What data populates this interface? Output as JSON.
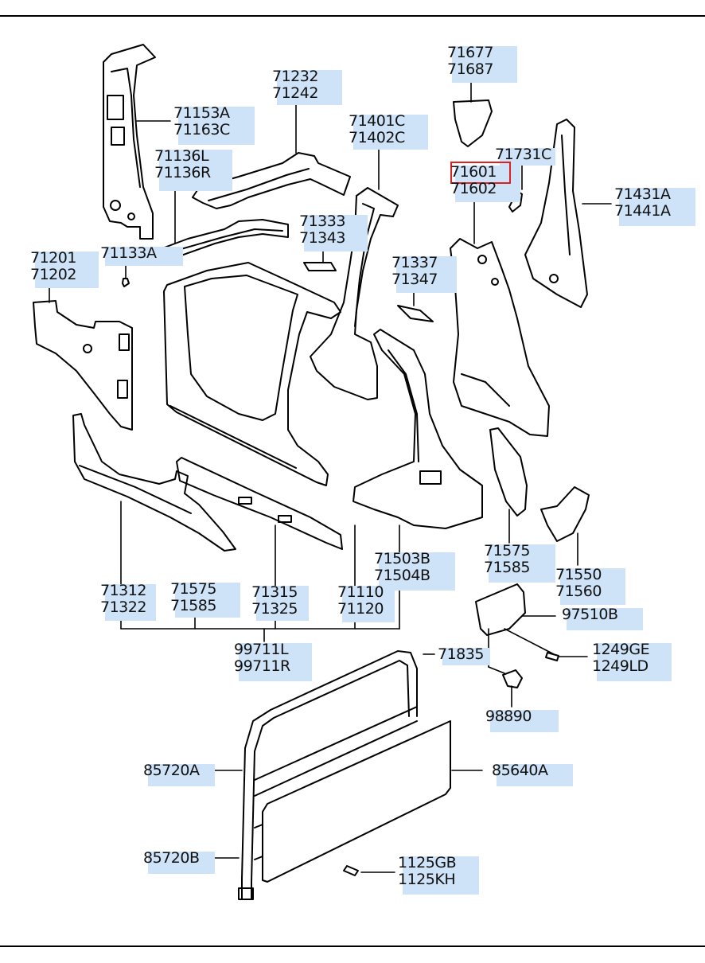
{
  "diagram": {
    "title": "Side body panel / quarter panel parts diagram",
    "highlight_color": "#cfe3f8",
    "selected_outline_color": "#e02020",
    "selected_part": "71601",
    "callouts": [
      {
        "id": "c-71153",
        "lines": [
          "71153A",
          "71163C"
        ]
      },
      {
        "id": "c-71232",
        "lines": [
          "71232",
          "71242"
        ]
      },
      {
        "id": "c-71401",
        "lines": [
          "71401C",
          "71402C"
        ]
      },
      {
        "id": "c-71677",
        "lines": [
          "71677",
          "71687"
        ]
      },
      {
        "id": "c-71731",
        "lines": [
          "71731C"
        ]
      },
      {
        "id": "c-71601",
        "lines": [
          "71601",
          "71602"
        ]
      },
      {
        "id": "c-71431",
        "lines": [
          "71431A",
          "71441A"
        ]
      },
      {
        "id": "c-71136",
        "lines": [
          "71136L",
          "71136R"
        ]
      },
      {
        "id": "c-71333",
        "lines": [
          "71333",
          "71343"
        ]
      },
      {
        "id": "c-71201",
        "lines": [
          "71201",
          "71202"
        ]
      },
      {
        "id": "c-71133",
        "lines": [
          "71133A"
        ]
      },
      {
        "id": "c-71337",
        "lines": [
          "71337",
          "71347"
        ]
      },
      {
        "id": "c-71312",
        "lines": [
          "71312",
          "71322"
        ]
      },
      {
        "id": "c-71575a",
        "lines": [
          "71575",
          "71585"
        ]
      },
      {
        "id": "c-71315",
        "lines": [
          "71315",
          "71325"
        ]
      },
      {
        "id": "c-71110",
        "lines": [
          "71110",
          "71120"
        ]
      },
      {
        "id": "c-71503",
        "lines": [
          "71503B",
          "71504B"
        ]
      },
      {
        "id": "c-71575b",
        "lines": [
          "71575",
          "71585"
        ]
      },
      {
        "id": "c-71550",
        "lines": [
          "71550",
          "71560"
        ]
      },
      {
        "id": "c-97510",
        "lines": [
          "97510B"
        ]
      },
      {
        "id": "c-99711",
        "lines": [
          "99711L",
          "99711R"
        ]
      },
      {
        "id": "c-71835",
        "lines": [
          "71835"
        ]
      },
      {
        "id": "c-1249",
        "lines": [
          "1249GE",
          "1249LD"
        ]
      },
      {
        "id": "c-98890",
        "lines": [
          "98890"
        ]
      },
      {
        "id": "c-85720a",
        "lines": [
          "85720A"
        ]
      },
      {
        "id": "c-85640",
        "lines": [
          "85640A"
        ]
      },
      {
        "id": "c-85720b",
        "lines": [
          "85720B"
        ]
      },
      {
        "id": "c-1125",
        "lines": [
          "1125GB",
          "1125KH"
        ]
      }
    ]
  }
}
